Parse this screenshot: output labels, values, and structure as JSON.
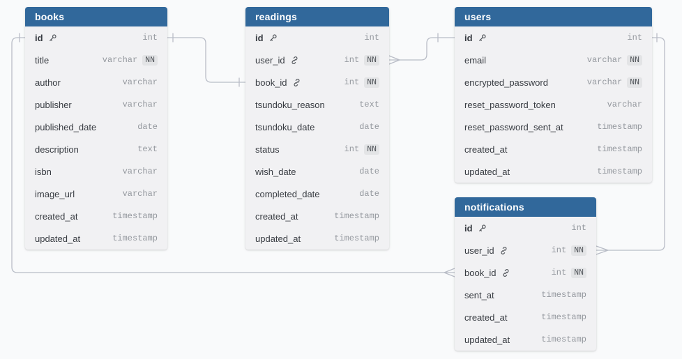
{
  "diagram": {
    "badges": {
      "not_null": "NN"
    },
    "colors": {
      "header_bg": "#31689b",
      "header_text": "#ffffff",
      "table_bg": "#f1f1f3",
      "canvas_bg": "#f9fafb",
      "field_text": "#383c42",
      "type_text": "#94989e",
      "badge_bg": "#e3e4e6",
      "badge_text": "#4e5257",
      "line": "#b9bdc7"
    },
    "tables": [
      {
        "name": "books",
        "fields": [
          {
            "name": "id",
            "type": "int",
            "pk": true
          },
          {
            "name": "title",
            "type": "varchar",
            "nn": true
          },
          {
            "name": "author",
            "type": "varchar"
          },
          {
            "name": "publisher",
            "type": "varchar"
          },
          {
            "name": "published_date",
            "type": "date"
          },
          {
            "name": "description",
            "type": "text"
          },
          {
            "name": "isbn",
            "type": "varchar"
          },
          {
            "name": "image_url",
            "type": "varchar"
          },
          {
            "name": "created_at",
            "type": "timestamp"
          },
          {
            "name": "updated_at",
            "type": "timestamp"
          }
        ]
      },
      {
        "name": "readings",
        "fields": [
          {
            "name": "id",
            "type": "int",
            "pk": true
          },
          {
            "name": "user_id",
            "type": "int",
            "nn": true,
            "fk": true
          },
          {
            "name": "book_id",
            "type": "int",
            "nn": true,
            "fk": true
          },
          {
            "name": "tsundoku_reason",
            "type": "text"
          },
          {
            "name": "tsundoku_date",
            "type": "date"
          },
          {
            "name": "status",
            "type": "int",
            "nn": true
          },
          {
            "name": "wish_date",
            "type": "date"
          },
          {
            "name": "completed_date",
            "type": "date"
          },
          {
            "name": "created_at",
            "type": "timestamp"
          },
          {
            "name": "updated_at",
            "type": "timestamp"
          }
        ]
      },
      {
        "name": "users",
        "fields": [
          {
            "name": "id",
            "type": "int",
            "pk": true
          },
          {
            "name": "email",
            "type": "varchar",
            "nn": true
          },
          {
            "name": "encrypted_password",
            "type": "varchar",
            "nn": true
          },
          {
            "name": "reset_password_token",
            "type": "varchar"
          },
          {
            "name": "reset_password_sent_at",
            "type": "timestamp"
          },
          {
            "name": "created_at",
            "type": "timestamp"
          },
          {
            "name": "updated_at",
            "type": "timestamp"
          }
        ]
      },
      {
        "name": "notifications",
        "fields": [
          {
            "name": "id",
            "type": "int",
            "pk": true
          },
          {
            "name": "user_id",
            "type": "int",
            "nn": true,
            "fk": true
          },
          {
            "name": "book_id",
            "type": "int",
            "nn": true,
            "fk": true
          },
          {
            "name": "sent_at",
            "type": "timestamp"
          },
          {
            "name": "created_at",
            "type": "timestamp"
          },
          {
            "name": "updated_at",
            "type": "timestamp"
          }
        ]
      }
    ],
    "relationships": [
      {
        "one": "books.id",
        "many": "readings.book_id"
      },
      {
        "one": "users.id",
        "many": "readings.user_id"
      },
      {
        "one": "users.id",
        "many": "notifications.user_id"
      },
      {
        "one": "books.id",
        "many": "notifications.book_id"
      }
    ]
  }
}
